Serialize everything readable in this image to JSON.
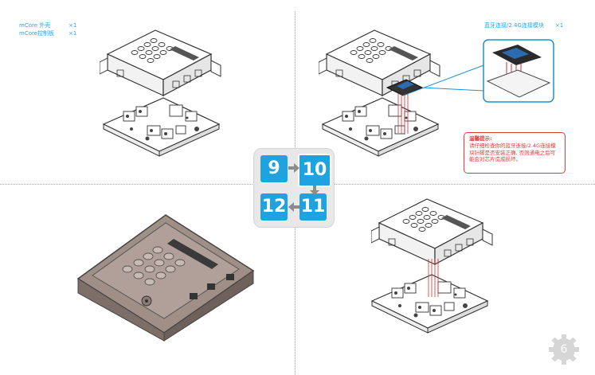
{
  "parts_left": [
    {
      "name": "mCore 外壳",
      "qty": "×1"
    },
    {
      "name": "mCore控制板",
      "qty": "×1"
    }
  ],
  "parts_right": [
    {
      "name": "蓝牙连接/2.4G连接模块",
      "qty": "×1"
    }
  ],
  "tip": {
    "title": "温馨提示:",
    "text": "请仔细检查你的蓝牙连接/2.4G连接模块针脚是否安装正确, 否则通电之后可能会对芯片造成损坏。"
  },
  "steps": [
    "9",
    "10",
    "11",
    "12"
  ],
  "page_number": "6",
  "colors": {
    "accent": "#1ea2e0",
    "warning": "#e2383b",
    "case_dark": "#8a7a72"
  },
  "icons": [
    "arrow-right-icon",
    "arrow-down-icon",
    "arrow-left-icon",
    "gear-icon"
  ]
}
